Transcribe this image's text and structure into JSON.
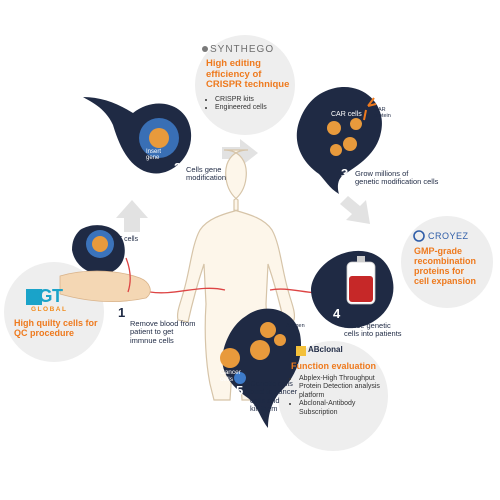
{
  "partners": {
    "synthego": {
      "logo_text": "SYNTHEGO",
      "title_lines": [
        "High editing",
        "efficiency of",
        "CRISPR technique"
      ],
      "items": [
        "CRISPR kits",
        "Engineered cells"
      ]
    },
    "croyez": {
      "logo_text": "CROYEZ",
      "title_lines": [
        "GMP-grade",
        "recombination",
        "proteins for",
        "cell expansion"
      ]
    },
    "cgt": {
      "logo_main": "CGT",
      "logo_sub": "GLOBAL",
      "title_lines": [
        "High quilty cells for",
        "QC procedure"
      ]
    },
    "abclonal": {
      "logo_text": "ABclonal",
      "title": "Function evaluation",
      "items": [
        "Abplex-High Throughput Protein Detection analysis platform",
        "Abclonal-Antibody Subscription"
      ]
    }
  },
  "steps": [
    {
      "number": "1",
      "caption_lines": [
        "Remove blood from",
        "patient to get",
        "immnue cells"
      ]
    },
    {
      "number": "2",
      "caption_lines": [
        "Cells gene",
        "modification"
      ]
    },
    {
      "number": "3",
      "caption_lines": [
        "Grow millions of",
        "genetic modification cells"
      ]
    },
    {
      "number": "4",
      "caption_lines": [
        "Infuse genetic",
        "cells into patients"
      ]
    },
    {
      "number": "5",
      "caption_lines": [
        "Genetic cells",
        "bind to cancer",
        "cells and",
        "kill them"
      ]
    }
  ],
  "inner_labels": {
    "t_cells": "T cells",
    "insert_gene_lines": [
      "Insert",
      "gene"
    ],
    "car_cells": "CAR cells",
    "car_protein_lines": [
      "CAR",
      "protein"
    ],
    "antigen": "Antigen",
    "cancer_cells_lines": [
      "Cancer",
      "cells"
    ]
  },
  "colors": {
    "navy": "#1f2a44",
    "orange": "#ee7a1e",
    "circle_gray": "#eeeeee",
    "arrow_gray": "#e2e2e2",
    "cell_blue": "#2b6cb0",
    "blood_red": "#c62828"
  }
}
